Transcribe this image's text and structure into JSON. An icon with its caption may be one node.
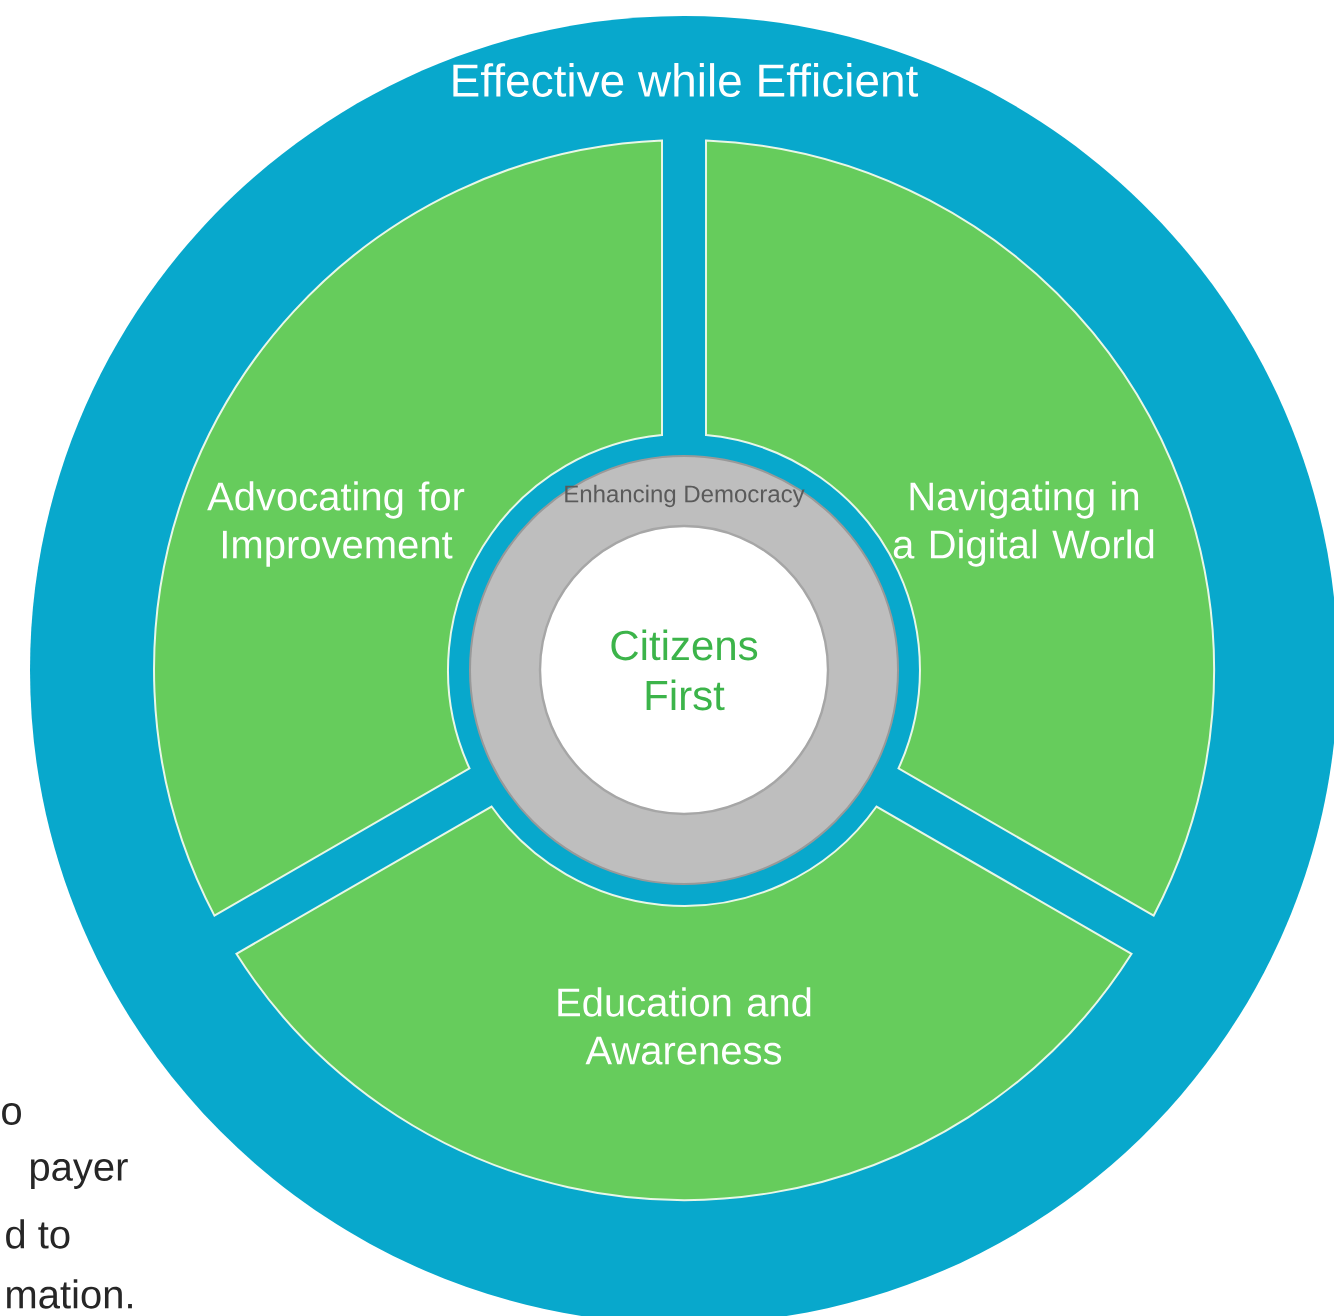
{
  "diagram": {
    "nodes": [
      {
        "text": [
          "Effective while Efficient"
        ]
      },
      {
        "text": [
          "Advocating for Improvement"
        ],
        "in": 0
      },
      {
        "text": [
          "Navigating in a Digital World"
        ],
        "in": 0
      },
      {
        "text": [
          "Education and Awareness"
        ],
        "in": 0
      },
      {
        "text": [
          "Enhancing Democracy"
        ],
        "in": 0
      },
      {
        "text": [
          "Citizens First"
        ],
        "in": 4
      }
    ],
    "labels": [
      "o",
      "payer",
      "d to",
      "mation."
    ]
  }
}
